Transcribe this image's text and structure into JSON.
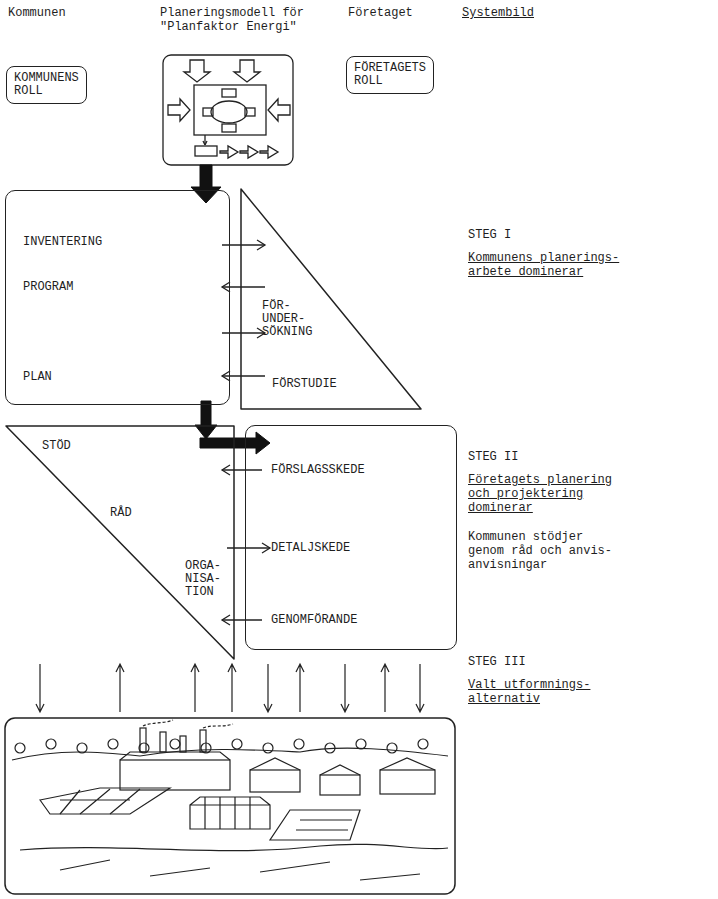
{
  "diagram": {
    "nodes": [
      {
        "text": [
          "KOMMUNENS ROLL"
        ]
      },
      {
        "text": [
          "FÖRETAGETS ROLL"
        ]
      },
      {
        "text": [
          "INVENTERING",
          "PROGRAM",
          "PLAN"
        ]
      },
      {
        "text": [
          "FÖR- UNDER- SÖKNING",
          "FÖRSTUDIE"
        ]
      },
      {
        "text": [
          "STÖD",
          "RÅD",
          "ORGA- NISA- TION"
        ]
      },
      {
        "text": [
          "FÖRSLAGSSKEDE",
          "DETALJSKEDE",
          "GENOMFÖRANDE"
        ]
      }
    ],
    "edges": [
      {
        "from": 2,
        "to": 3,
        "arrow": "to"
      },
      {
        "from": 3,
        "to": 2,
        "arrow": "to"
      },
      {
        "from": 2,
        "to": 3,
        "arrow": "to"
      },
      {
        "from": 3,
        "to": 2,
        "arrow": "to"
      },
      {
        "from": 2,
        "to": 4,
        "arrow": "to"
      },
      {
        "from": 4,
        "to": 5,
        "arrow": "to"
      },
      {
        "from": 5,
        "to": 4,
        "arrow": "to"
      },
      {
        "from": 4,
        "to": 5,
        "arrow": "to"
      },
      {
        "from": 5,
        "to": 4,
        "arrow": "to"
      }
    ],
    "labels": [
      "Kommunen",
      "Planeringsmodell för \"Planfaktor Energi\"",
      "Företaget",
      "Systembild",
      "STEG I",
      "Kommunens planerings- arbete dominerar",
      "STEG II",
      "Företagets planering och projektering dominerar",
      "Kommunen stödjer genom råd och anvis- anvisningar",
      "STEG III",
      "Valt utformnings- alternativ"
    ]
  }
}
